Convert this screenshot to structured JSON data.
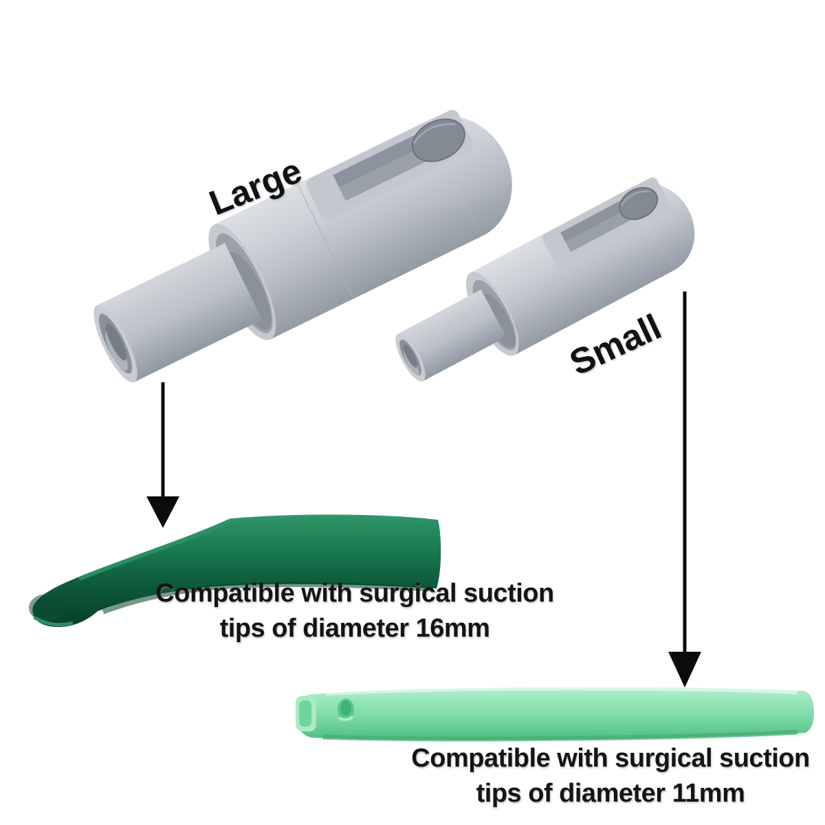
{
  "labels": {
    "large": "Large",
    "small": "Small"
  },
  "captions": {
    "large_tip": {
      "line1": "Compatible with surgical suction",
      "line2": "tips of diameter 16mm"
    },
    "small_tip": {
      "line1": "Compatible with surgical suction",
      "line2": "tips of diameter 11mm"
    }
  },
  "figures": {
    "large_adapter": {
      "name": "large-suction-adapter",
      "body_color": "#c2c7ce",
      "button_color": "#838a94"
    },
    "small_adapter": {
      "name": "small-suction-adapter",
      "body_color": "#c2c7ce",
      "button_color": "#838a94"
    },
    "tip_16mm": {
      "name": "dark-green-surgical-suction-tip",
      "color": "#14704a"
    },
    "tip_11mm": {
      "name": "light-green-surgical-suction-tip",
      "color": "#85dfad"
    },
    "arrow_color": "#0b0b0b",
    "background": "#ffffff",
    "text_color": "#141414"
  }
}
